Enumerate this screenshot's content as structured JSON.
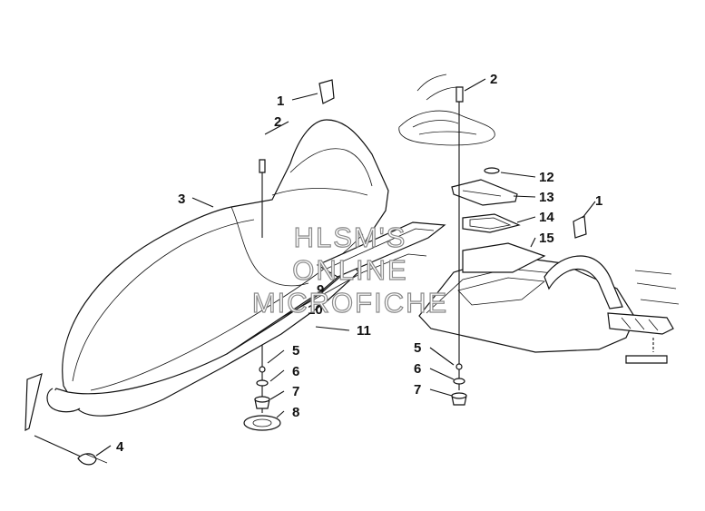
{
  "watermark": {
    "line1": "HLSM'S",
    "line2": "ONLINE",
    "line3": "MICROFICHE"
  },
  "callouts": [
    {
      "id": "c1a",
      "text": "1"
    },
    {
      "id": "c2a",
      "text": "2"
    },
    {
      "id": "c3",
      "text": "3"
    },
    {
      "id": "c4",
      "text": "4"
    },
    {
      "id": "c5a",
      "text": "5"
    },
    {
      "id": "c6a",
      "text": "6"
    },
    {
      "id": "c7a",
      "text": "7"
    },
    {
      "id": "c8",
      "text": "8"
    },
    {
      "id": "c9",
      "text": "9"
    },
    {
      "id": "c10",
      "text": "10"
    },
    {
      "id": "c11",
      "text": "11"
    },
    {
      "id": "c2b",
      "text": "2"
    },
    {
      "id": "c12",
      "text": "12"
    },
    {
      "id": "c13",
      "text": "13"
    },
    {
      "id": "c14",
      "text": "14"
    },
    {
      "id": "c15",
      "text": "15"
    },
    {
      "id": "c1b",
      "text": "1"
    },
    {
      "id": "c5b",
      "text": "5"
    },
    {
      "id": "c6b",
      "text": "6"
    },
    {
      "id": "c7b",
      "text": "7"
    }
  ]
}
